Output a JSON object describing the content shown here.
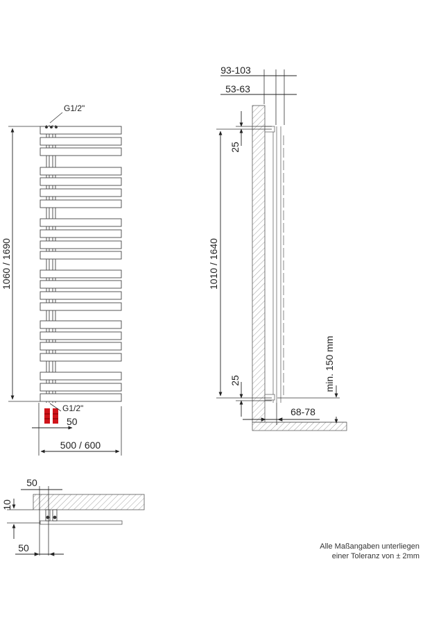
{
  "front_view": {
    "thread_top": "G1/2\"",
    "thread_bottom": "G1/2\"",
    "height": "1060 / 1690",
    "width": "500 / 600",
    "valve_offset": "50"
  },
  "side_view": {
    "total_depth": "93-103",
    "radiator_depth": "53-63",
    "pipe_spacing": "1010 / 1640",
    "top_offset": "25",
    "bottom_offset": "25",
    "wall_distance": "68-78",
    "floor_clearance": "min. 150 mm"
  },
  "top_view": {
    "offset_top": "50",
    "offset_side": "10",
    "offset_bottom": "50"
  },
  "note": {
    "line1": "Alle Maßangaben unterliegen",
    "line2": "einer Toleranz von ± 2mm"
  },
  "colors": {
    "valve": "#d0141a",
    "line": "#333333"
  }
}
